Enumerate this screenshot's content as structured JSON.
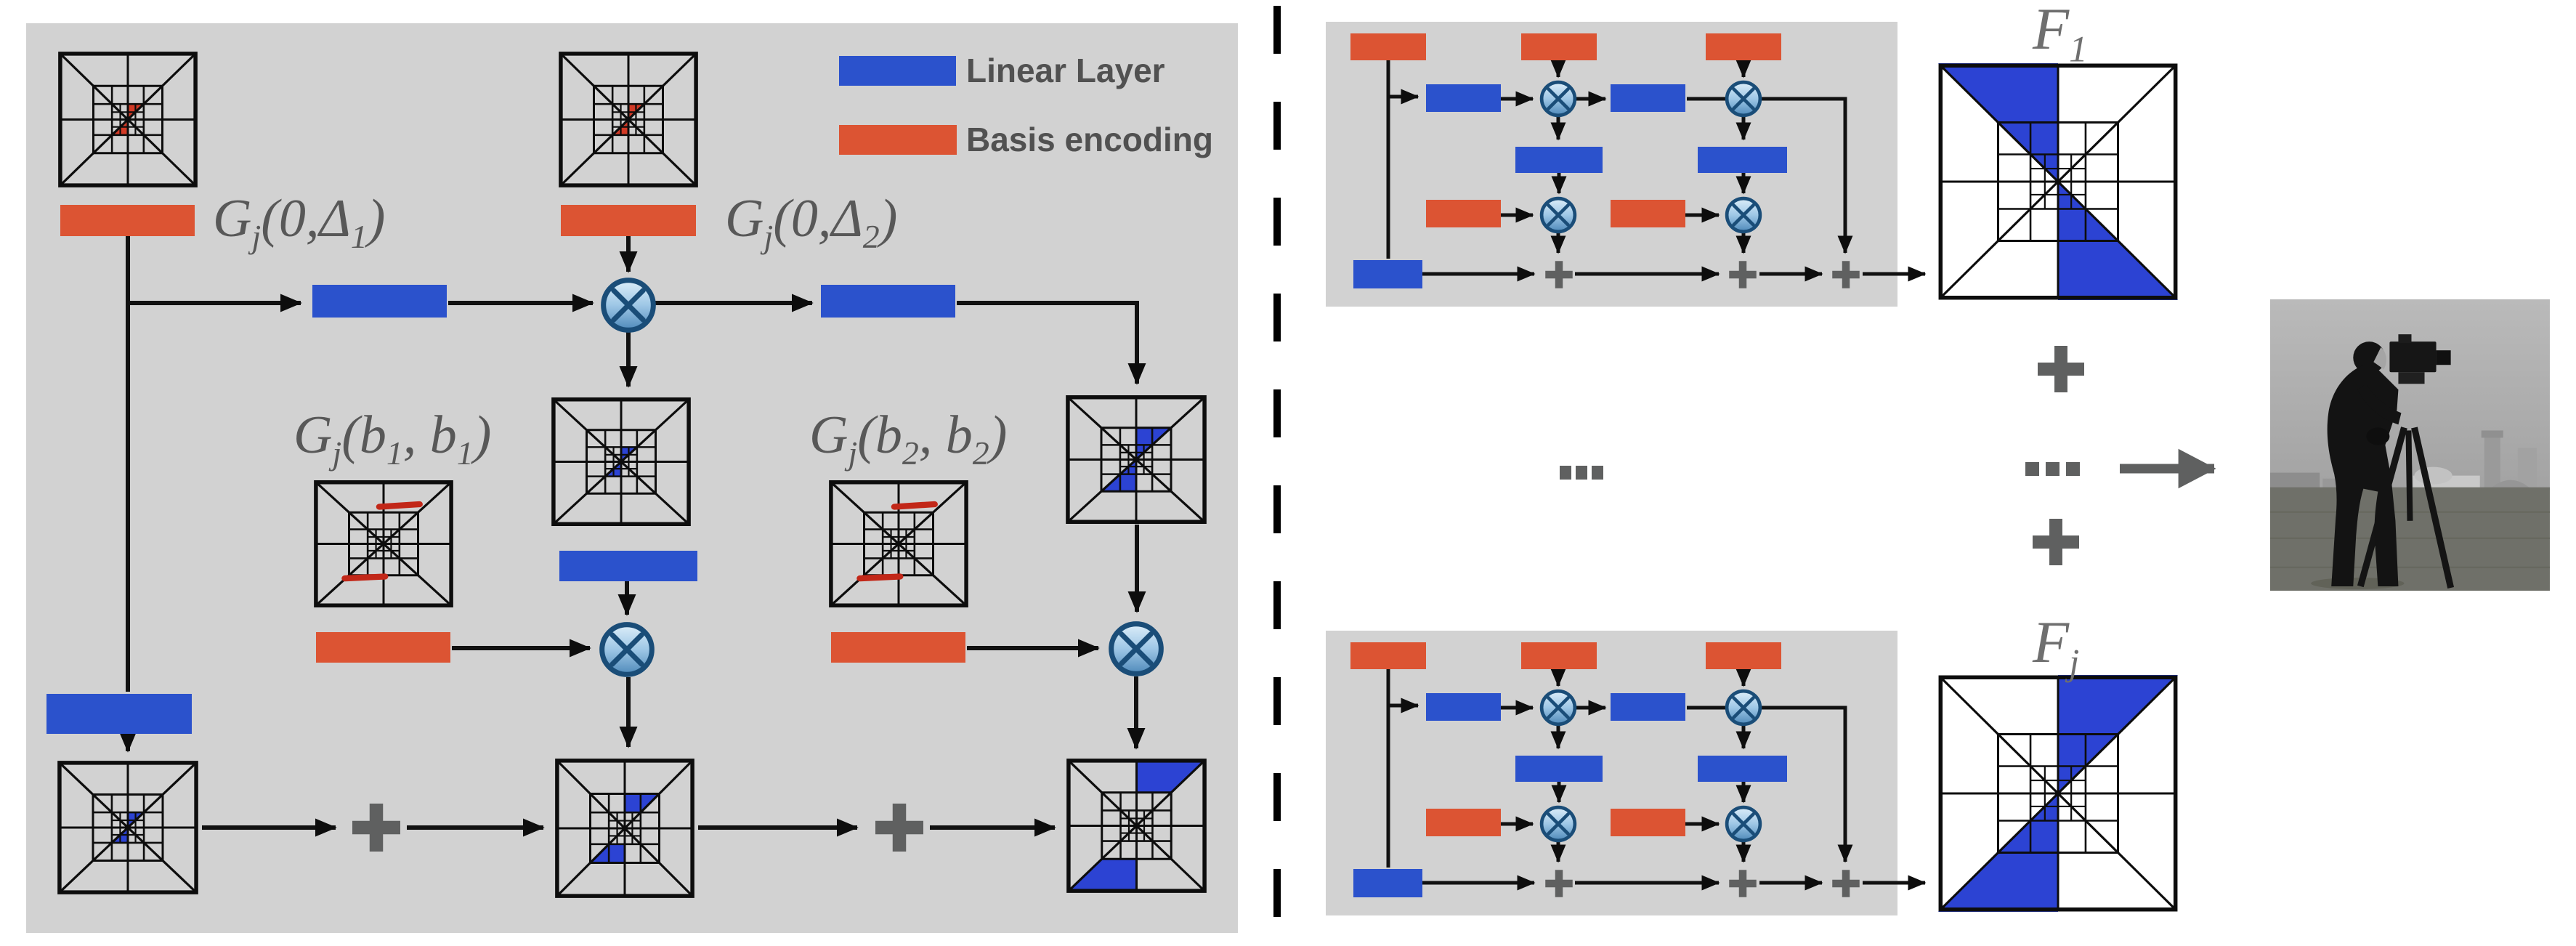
{
  "figure": {
    "legend": {
      "linear_label": "Linear Layer",
      "basis_label": "Basis encoding"
    },
    "left_panel": {
      "label_g0d1": "G_j(0,Δ_1)",
      "label_g0d2": "G_j(0,Δ_2)",
      "label_gb1": "G_j(b_1, b_1)",
      "label_gb2": "G_j(b_2, b_2)"
    },
    "right_panel": {
      "label_f1": "F_1",
      "label_fj": "F_j"
    },
    "symbols": {
      "multiply": "⊗",
      "plus": "+",
      "ellipsis": "..."
    },
    "colors": {
      "panel_bg": "#d2d2d2",
      "linear_blue": "#2b52cc",
      "basis_red": "#dc5433",
      "fill_blue": "#2c43d3",
      "fill_red": "#d23a26",
      "stroke_red": "#c22718",
      "symbol_gray": "#5f6060",
      "text_gray": "#585858",
      "line_black": "#0d0d0d",
      "mult_ring": "#1a4d78"
    }
  }
}
